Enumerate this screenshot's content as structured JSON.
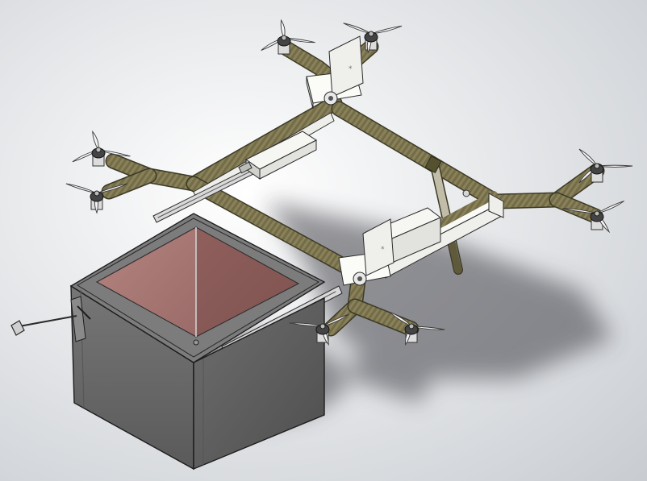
{
  "viewport": {
    "background_center": "#ffffff",
    "background_edge": "#c9cdd2"
  },
  "colors": {
    "arm_fill": "#8a8158",
    "arm_stripe": "#5f5a3c",
    "arm_edge": "#3c3a26",
    "rail_fill": "#eeeeea",
    "rail_edge": "#2e2e2e",
    "box_front": "#6b6b6b",
    "box_side": "#5a5a5a",
    "box_top": "#7a7a7a",
    "box_edge": "#1e1e1e",
    "lid_glass": "#a86f6c",
    "lid_glass_dark": "#8e5b58",
    "motor": "#444444",
    "motor_mount": "#dcdcdc",
    "prop": "#f4f4f4",
    "prop_edge": "#3a3a3a",
    "bracket": "#efefef",
    "shadow": "#3f4147"
  },
  "components": {
    "frame": "drone-frame",
    "cargo_box": "cargo-box",
    "rotors": [
      "rotor-nw-1",
      "rotor-nw-2",
      "rotor-w-1",
      "rotor-w-2",
      "rotor-e-1",
      "rotor-e-2",
      "rotor-s-1",
      "rotor-s-2"
    ],
    "winch_handle": "winch-handle"
  }
}
